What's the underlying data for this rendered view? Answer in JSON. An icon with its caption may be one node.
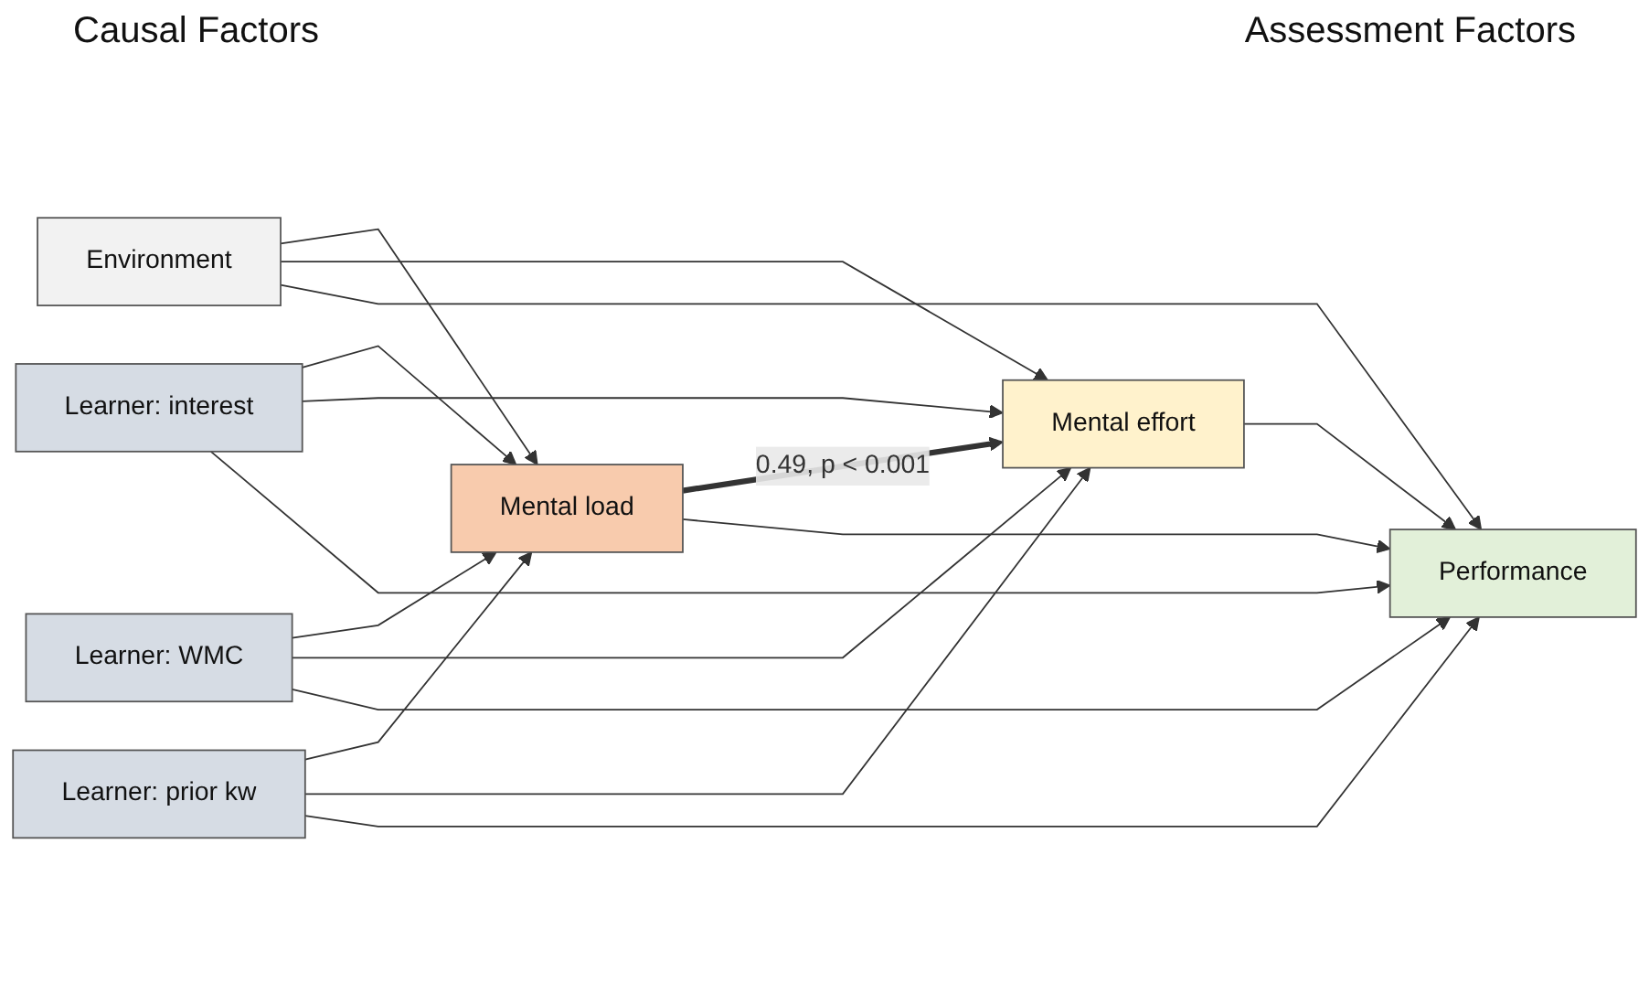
{
  "diagram": {
    "nodes": [
      {
        "text": [
          "Environment"
        ]
      },
      {
        "text": [
          "Learner: interest"
        ]
      },
      {
        "text": [
          "Learner: WMC"
        ]
      },
      {
        "text": [
          "Learner: prior kw"
        ]
      },
      {
        "text": [
          "Mental load"
        ]
      },
      {
        "text": [
          "Mental effort"
        ]
      },
      {
        "text": [
          "Performance"
        ]
      }
    ],
    "edges": [
      {
        "from": 0,
        "to": 4,
        "arrow": "to"
      },
      {
        "from": 0,
        "to": 5,
        "arrow": "to"
      },
      {
        "from": 0,
        "to": 6,
        "arrow": "to"
      },
      {
        "from": 1,
        "to": 4,
        "arrow": "to"
      },
      {
        "from": 1,
        "to": 5,
        "arrow": "to"
      },
      {
        "from": 1,
        "to": 6,
        "arrow": "to"
      },
      {
        "from": 2,
        "to": 4,
        "arrow": "to"
      },
      {
        "from": 2,
        "to": 5,
        "arrow": "to"
      },
      {
        "from": 2,
        "to": 6,
        "arrow": "to"
      },
      {
        "from": 3,
        "to": 4,
        "arrow": "to"
      },
      {
        "from": 3,
        "to": 5,
        "arrow": "to"
      },
      {
        "from": 3,
        "to": 6,
        "arrow": "to"
      },
      {
        "from": 4,
        "to": 5,
        "arrow": "to",
        "label": "0.49, p < 0.001",
        "style": "thick"
      },
      {
        "from": 5,
        "to": 6,
        "arrow": "to"
      },
      {
        "from": 4,
        "to": 6,
        "arrow": "to"
      }
    ],
    "labels": [
      "Causal Factors",
      "Assessment Factors"
    ]
  }
}
